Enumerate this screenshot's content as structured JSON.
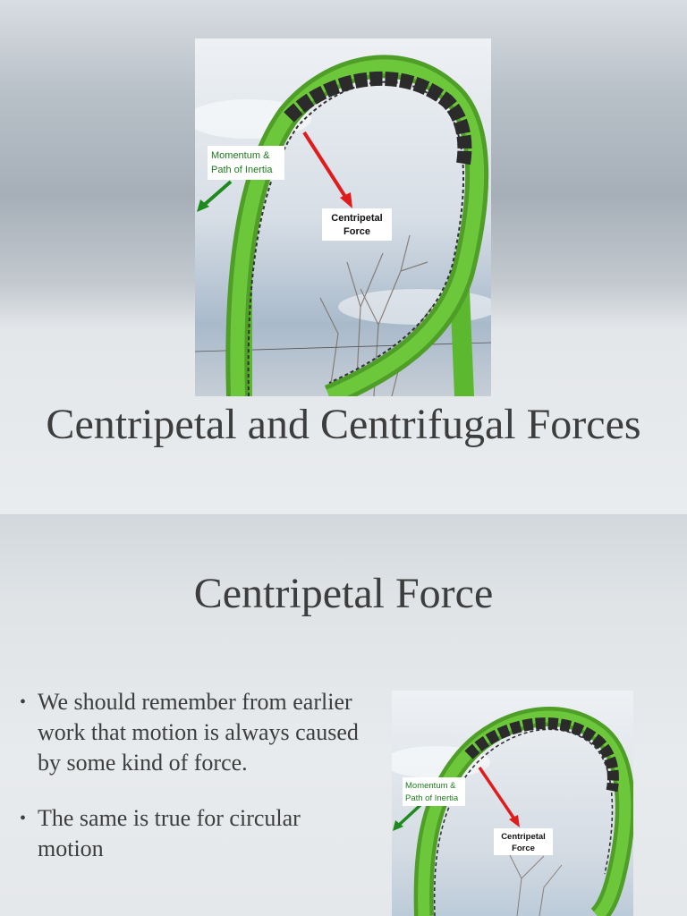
{
  "slides": [
    {
      "title": "Centripetal and Centrifugal Forces",
      "figure": {
        "label_momentum_1": "Momentum &",
        "label_momentum_2": "Path of Inertia",
        "label_force_1": "Centripetal",
        "label_force_2": "Force"
      }
    },
    {
      "title": "Centripetal Force",
      "bullets": [
        "We should remember from earlier work that motion is always caused by some kind of force.",
        "The same is true for circular motion"
      ],
      "bullet_glyph": "•",
      "figure": {
        "label_momentum_1": "Momentum &",
        "label_momentum_2": "Path of Inertia",
        "label_force_1": "Centripetal",
        "label_force_2": "Force"
      }
    }
  ],
  "colors": {
    "title_text": "#3d3d3d",
    "track_green": "#5cb82e",
    "arrow_red": "#e01b1b",
    "arrow_green": "#1e8a1e",
    "sky": "#dfe5ec"
  }
}
